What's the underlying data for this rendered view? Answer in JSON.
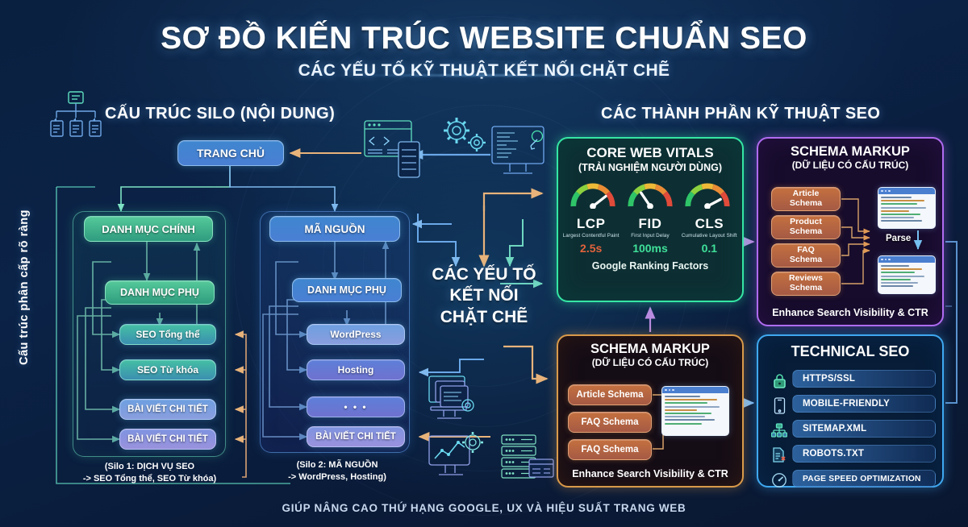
{
  "header": {
    "title": "SƠ ĐỒ KIẾN TRÚC WEBSITE CHUẨN SEO",
    "subtitle": "CÁC YẾU TỐ KỸ THUẬT KẾT NỐI CHẶT CHẼ",
    "footer": "GIÚP NÂNG CAO THỨ HẠNG GOOGLE, UX VÀ HIỆU SUẤT TRANG WEB"
  },
  "sections": {
    "silo_heading": "CẤU TRÚC SILO (NỘI DUNG)",
    "tech_heading": "CÁC THÀNH PHẦN KỸ THUẬT SEO",
    "vertical_label": "Cấu trúc phân cấp rõ ràng"
  },
  "center": {
    "line1": "CÁC YẾU TỐ",
    "line2": "KẾT NỐI",
    "line3": "CHẶT CHẼ"
  },
  "silo": {
    "home": "TRANG CHỦ",
    "left": {
      "category": "DANH MỤC CHÍNH",
      "subcategory": "DANH MỤC PHỤ",
      "items": [
        "SEO Tổng thể",
        "SEO Từ khóa",
        "BÀI VIẾT CHI TIẾT",
        "BÀI VIẾT CHI TIẾT"
      ],
      "caption_line1": "(Silo 1: DỊCH VỤ SEO",
      "caption_line2": "-> SEO Tổng thể, SEO Từ khóa)"
    },
    "right": {
      "category": "MÃ NGUỒN",
      "subcategory": "DANH MỤC PHỤ",
      "items": [
        "WordPress",
        "Hosting",
        "• • •",
        "BÀI VIẾT CHI TIẾT"
      ],
      "caption_line1": "(Silo 2: MÃ NGUỒN",
      "caption_line2": "-> WordPress, Hosting)"
    }
  },
  "core_web_vitals": {
    "title": "CORE WEB VITALS",
    "subtitle": "(TRẢI NGHIỆM NGƯỜI DÙNG)",
    "metrics": [
      {
        "abbr": "LCP",
        "full": "Largest Contentful Paint",
        "value": "2.5s",
        "value_color": "#e2623c",
        "needle_deg": 52
      },
      {
        "abbr": "FID",
        "full": "First Input Delay",
        "value": "100ms",
        "value_color": "#3fe09a",
        "needle_deg": -34
      },
      {
        "abbr": "CLS",
        "full": "Cumulative Layout Shift",
        "value": "0.1",
        "value_color": "#3fe09a",
        "needle_deg": 62
      }
    ],
    "footer": "Google Ranking Factors"
  },
  "schema_top": {
    "title": "SCHEMA MARKUP",
    "subtitle": "(DỮ LIỆU CÓ CẤU TRÚC)",
    "chips": [
      "Article\nSchema",
      "Product\nSchema",
      "FAQ\nSchema",
      "Reviews\nSchema"
    ],
    "parse_label": "Parse",
    "footer": "Enhance Search Visibility & CTR"
  },
  "schema_bottom": {
    "title": "SCHEMA MARKUP",
    "subtitle": "(DỮ LIỆU CÓ CẤU TRÚC)",
    "chips": [
      "Article Schema",
      "FAQ Schema",
      "FAQ Schema"
    ],
    "footer": "Enhance Search Visibility & CTR"
  },
  "technical_seo": {
    "title": "TECHNICAL SEO",
    "items": [
      {
        "label": "HTTPS/SSL",
        "icon": "lock-icon"
      },
      {
        "label": "MOBILE-FRIENDLY",
        "icon": "mobile-icon"
      },
      {
        "label": "SITEMAP.XML",
        "icon": "sitemap-icon"
      },
      {
        "label": "ROBOTS.TXT",
        "icon": "robots-file-icon"
      },
      {
        "label": "PAGE SPEED OPTIMIZATION",
        "icon": "speed-gauge-icon"
      }
    ]
  },
  "colors": {
    "background": "#0a2040",
    "accent_green": "#35e6a4",
    "accent_purple": "#b06bf0",
    "accent_orange": "#d99a4a",
    "accent_blue": "#3fa8f0"
  }
}
